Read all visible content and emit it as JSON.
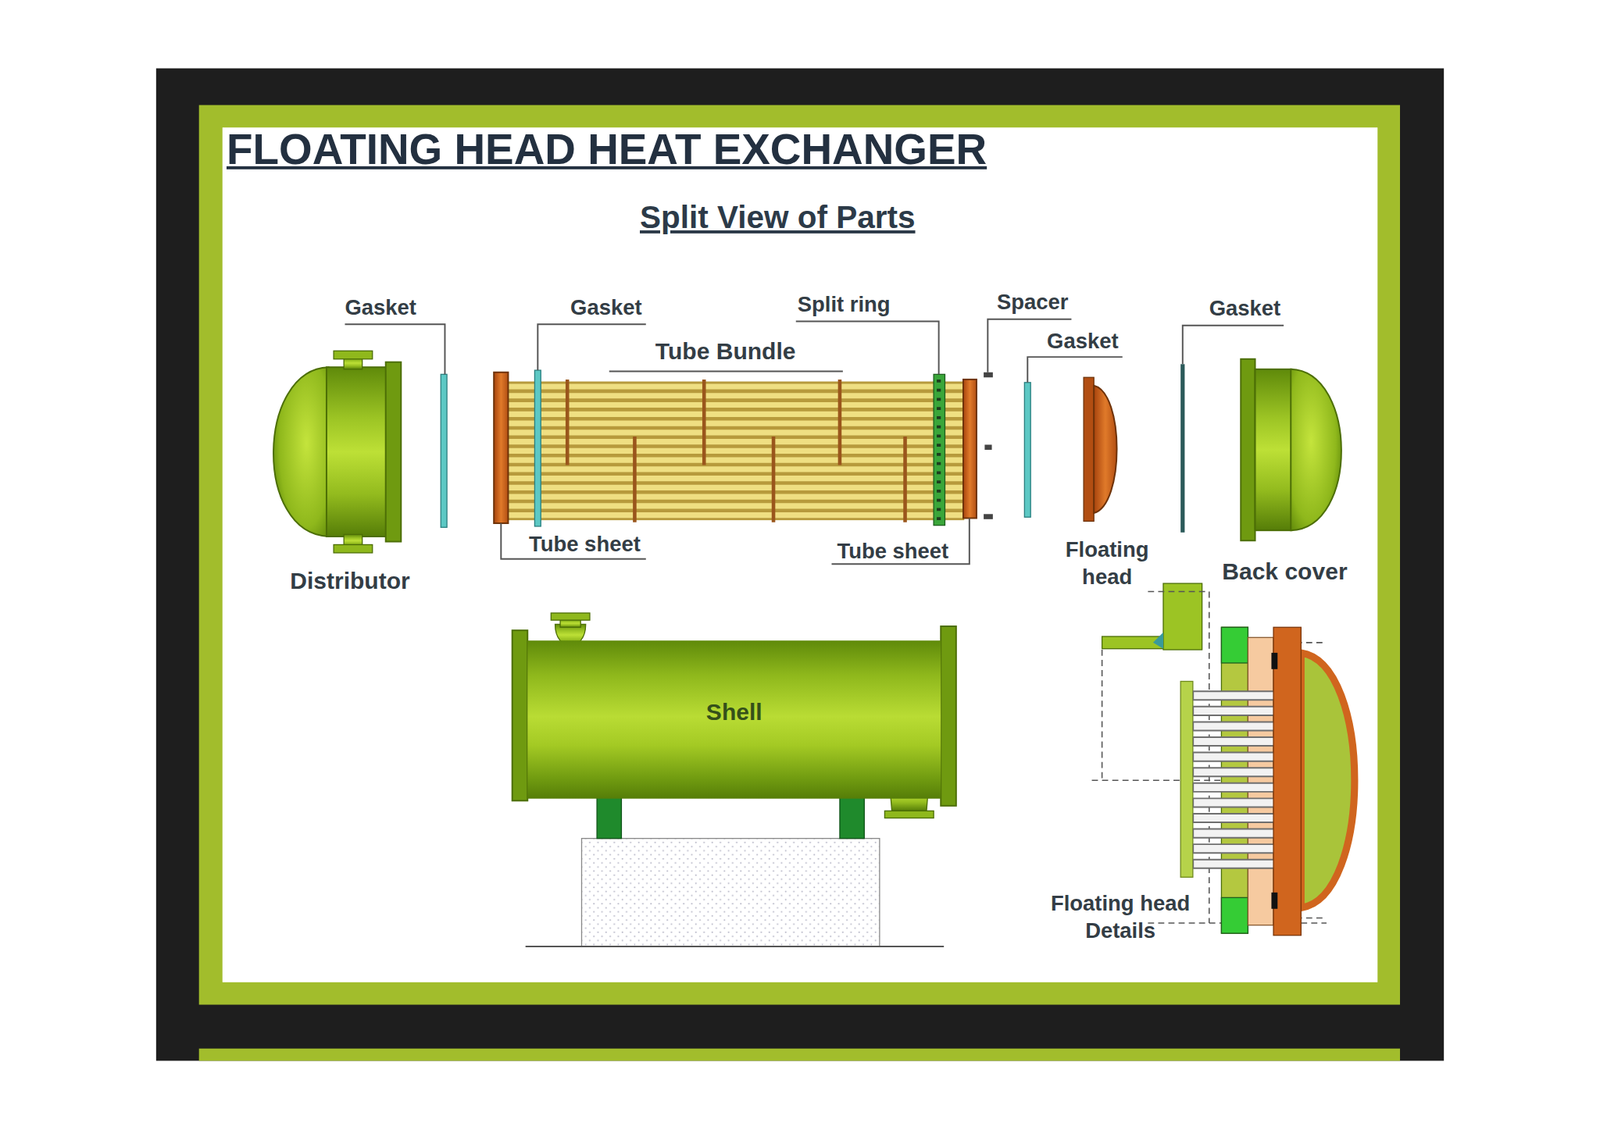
{
  "diagram": {
    "title": "FLOATING HEAD HEAT EXCHANGER",
    "nodes": [
      {
        "text": [
          "Shell"
        ]
      }
    ],
    "labels": [
      "Split View of Parts",
      "Gasket",
      "Gasket",
      "Split ring",
      "Spacer",
      "Gasket",
      "Gasket",
      "Tube Bundle",
      "Tube sheet",
      "Tube sheet",
      "Distributor",
      "Floating head",
      "Back cover",
      "Floating head Details"
    ]
  }
}
